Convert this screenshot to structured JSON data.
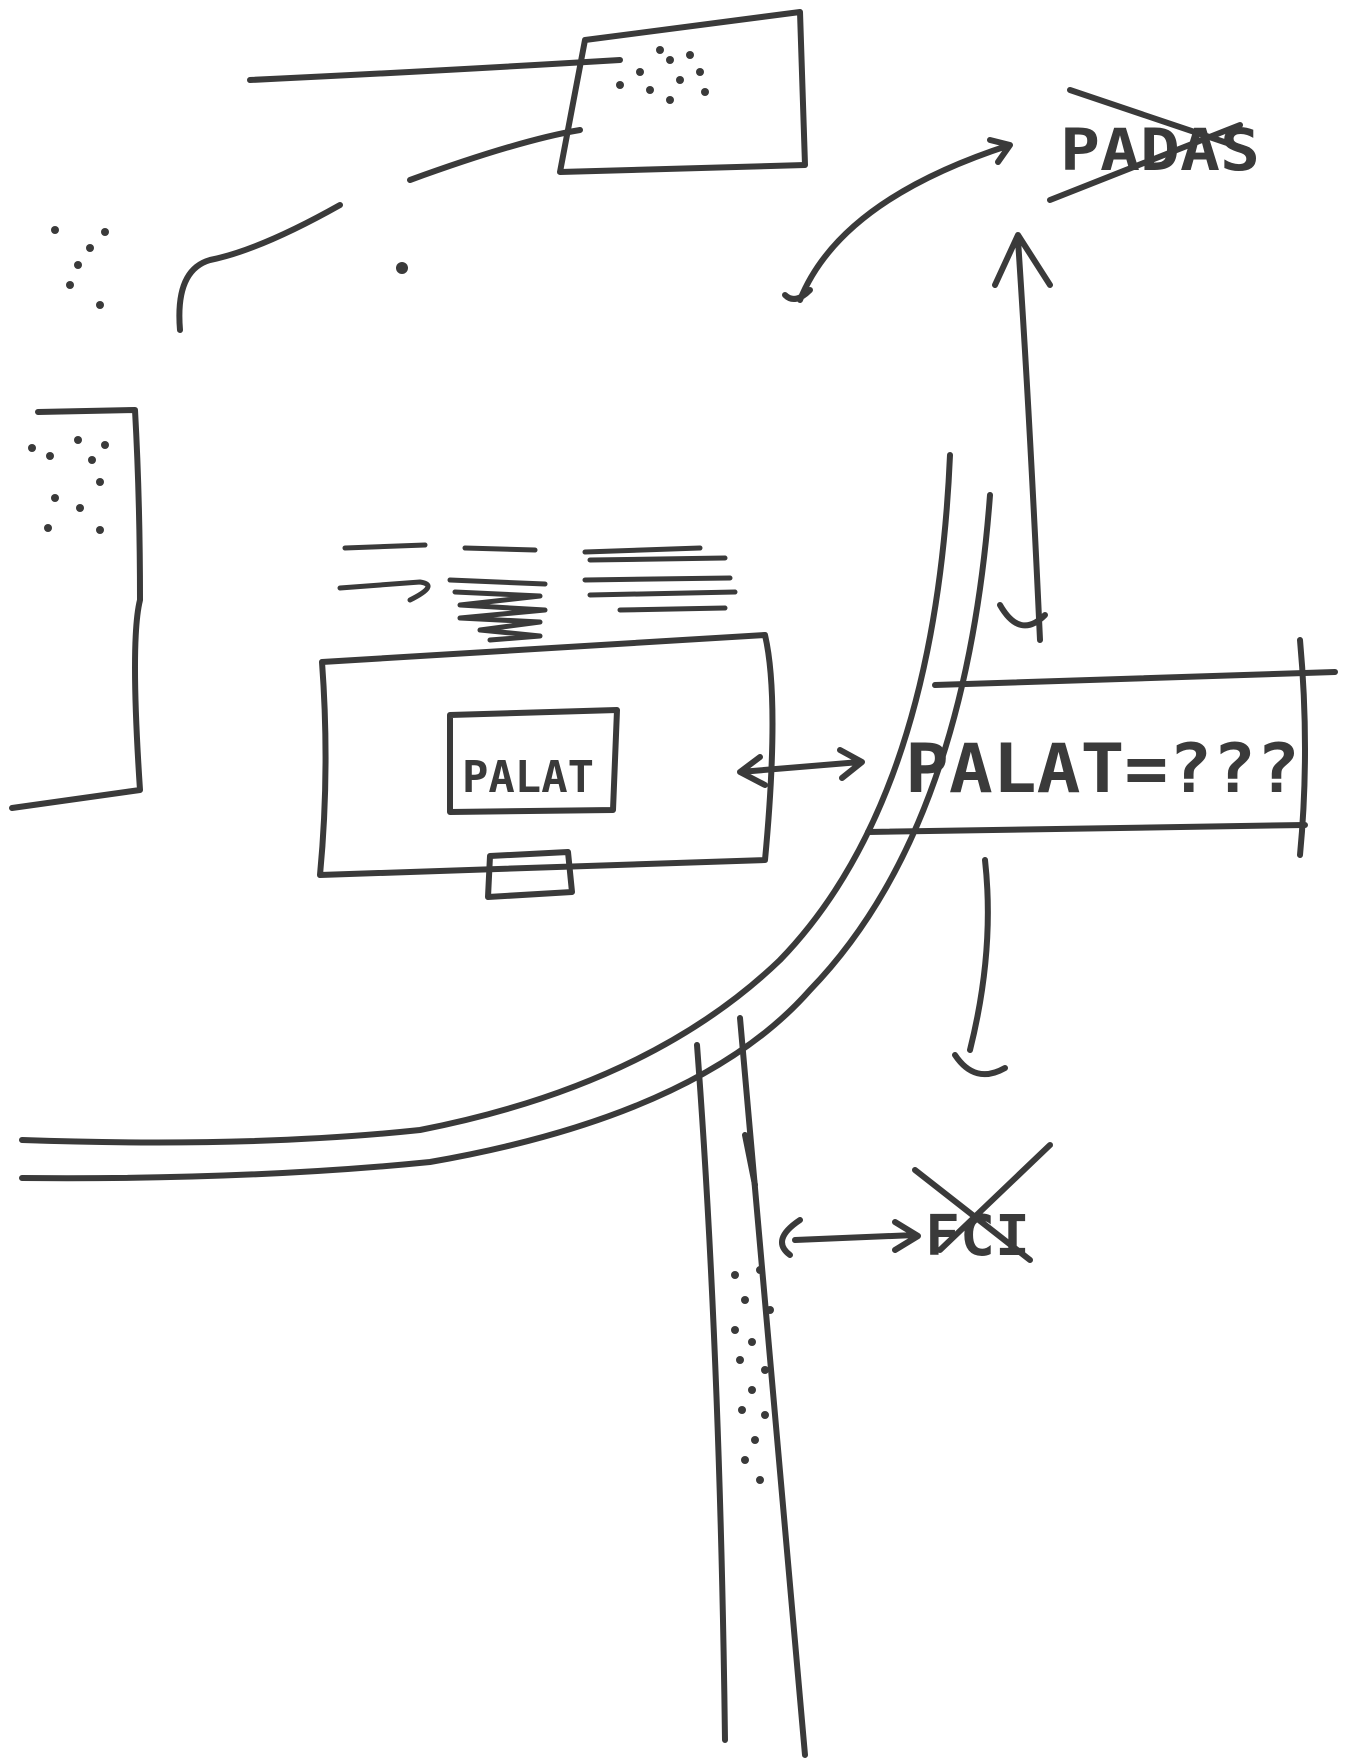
{
  "labels": {
    "building_label": "PALAT",
    "question_label": "PALAT=???",
    "crossed_top": "PADAS",
    "crossed_bottom": "FCI"
  }
}
